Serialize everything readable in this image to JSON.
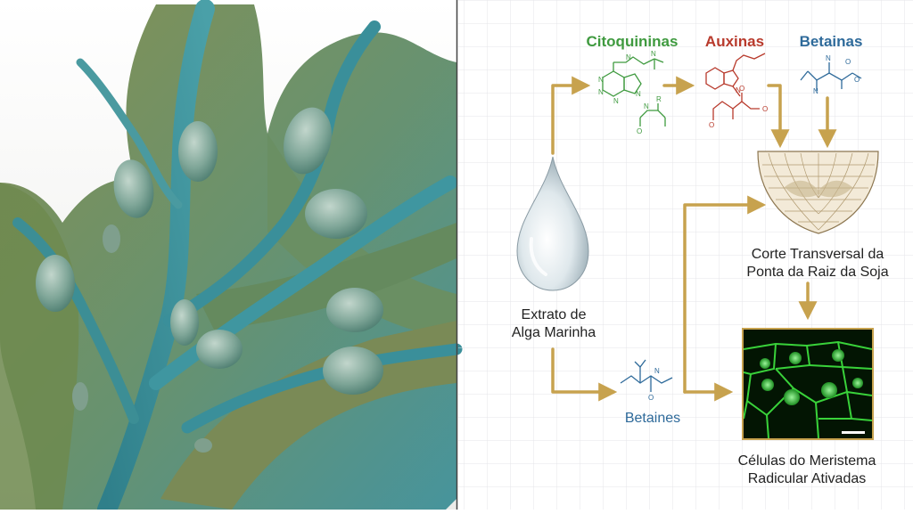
{
  "figure": {
    "labels": {
      "cytokinins": "Citoquininas",
      "auxins": "Auxinas",
      "betainas": "Betainas",
      "extract_line1": "Extrato de",
      "extract_line2": "Alga Marinha",
      "betaines": "Betaines",
      "root_tip_line1": "Corte Transversal da",
      "root_tip_line2": "Ponta da Raiz da Soja",
      "cells_line1": "Células do Meristema",
      "cells_line2": "Radicular Ativadas"
    },
    "colors": {
      "cytokinins": "#3f9a3f",
      "auxins": "#b83a2c",
      "betaines": "#2e6a9a",
      "arrow": "#c7a24e",
      "text": "#222222",
      "seaweed": "#3c8e95",
      "fluorescence": "#39d23a"
    },
    "icons": [
      "seaweed-photo",
      "water-droplet-icon",
      "root-tip-section",
      "fluorescent-cells"
    ]
  }
}
